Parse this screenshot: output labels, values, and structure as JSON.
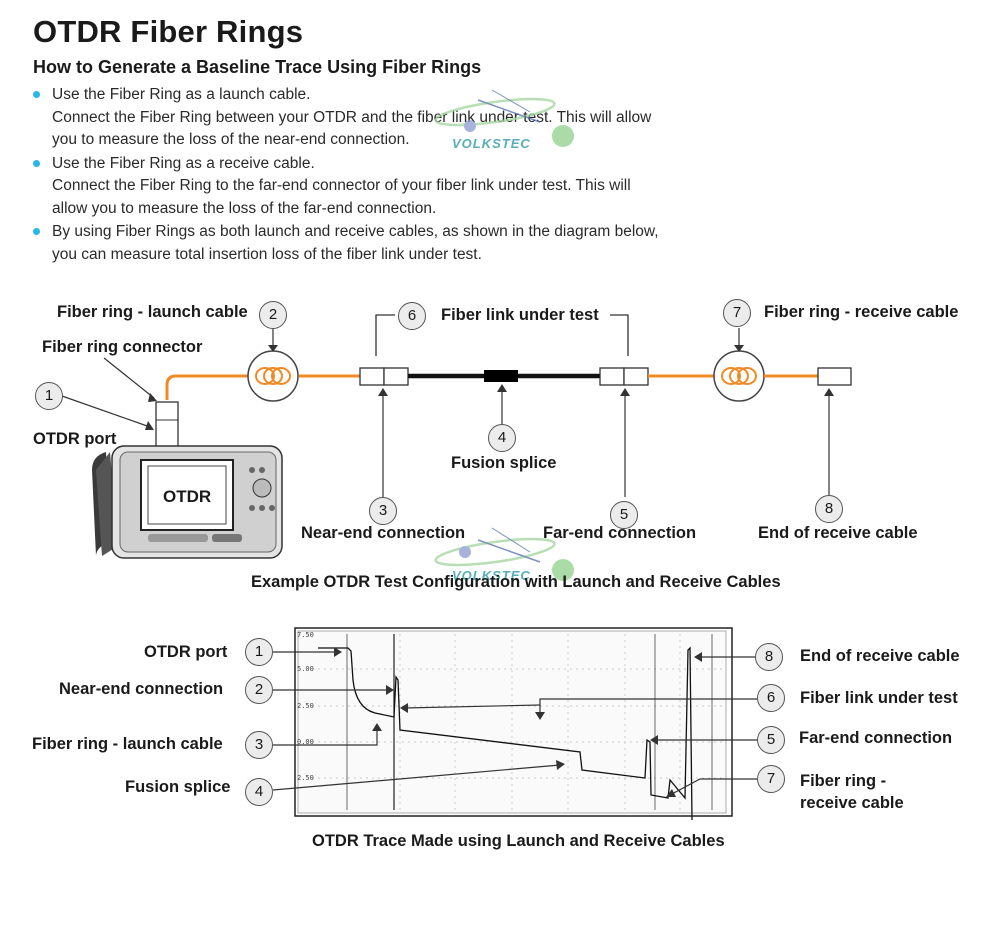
{
  "header": {
    "title": "OTDR Fiber Rings",
    "subtitle": "How to Generate a Baseline Trace Using Fiber Rings"
  },
  "bullets": [
    {
      "lines": [
        "Use the Fiber Ring as a launch cable.",
        "Connect the Fiber Ring between your OTDR and the fiber link under test. This will allow",
        "you to measure the loss of the near-end connection."
      ]
    },
    {
      "lines": [
        "Use the Fiber Ring as a receive cable.",
        "Connect the Fiber Ring to the far-end connector of your fiber link under test. This will",
        "allow you to measure the loss of the far-end connection."
      ]
    },
    {
      "lines": [
        "By using Fiber Rings as both launch and receive cables, as shown in the diagram below,",
        "you can measure total insertion loss of the fiber link under test."
      ]
    }
  ],
  "config_diagram": {
    "labels": {
      "launch_cable": "Fiber ring - launch cable",
      "ring_connector": "Fiber ring connector",
      "otdr_port": "OTDR port",
      "fiber_link": "Fiber link under test",
      "receive_cable": "Fiber ring - receive cable",
      "fusion_splice": "Fusion splice",
      "near_end": "Near-end connection",
      "far_end": "Far-end connection",
      "end_receive": "End of receive cable",
      "device": "OTDR"
    },
    "numbers": [
      "1",
      "2",
      "3",
      "4",
      "5",
      "6",
      "7",
      "8"
    ],
    "caption": "Example OTDR Test Configuration with Launch and Receive Cables"
  },
  "trace_diagram": {
    "labels": {
      "otdr_port": "OTDR port",
      "near_end": "Near-end connection",
      "launch_cable": "Fiber ring - launch cable",
      "fusion_splice": "Fusion splice",
      "end_receive": "End of receive cable",
      "fiber_link": "Fiber link under test",
      "far_end": "Far-end connection",
      "receive_line1": "Fiber ring -",
      "receive_line2": "receive cable"
    },
    "y_ticks": [
      "7.50",
      "5.00",
      "2.50",
      "0.00",
      "2.50"
    ],
    "caption": "OTDR Trace Made using Launch and Receive Cables"
  },
  "watermark": "VOLKSTEC",
  "colors": {
    "fiber_orange": "#f08a24",
    "bullet_blue": "#29b6e8",
    "link_black": "#111111"
  }
}
